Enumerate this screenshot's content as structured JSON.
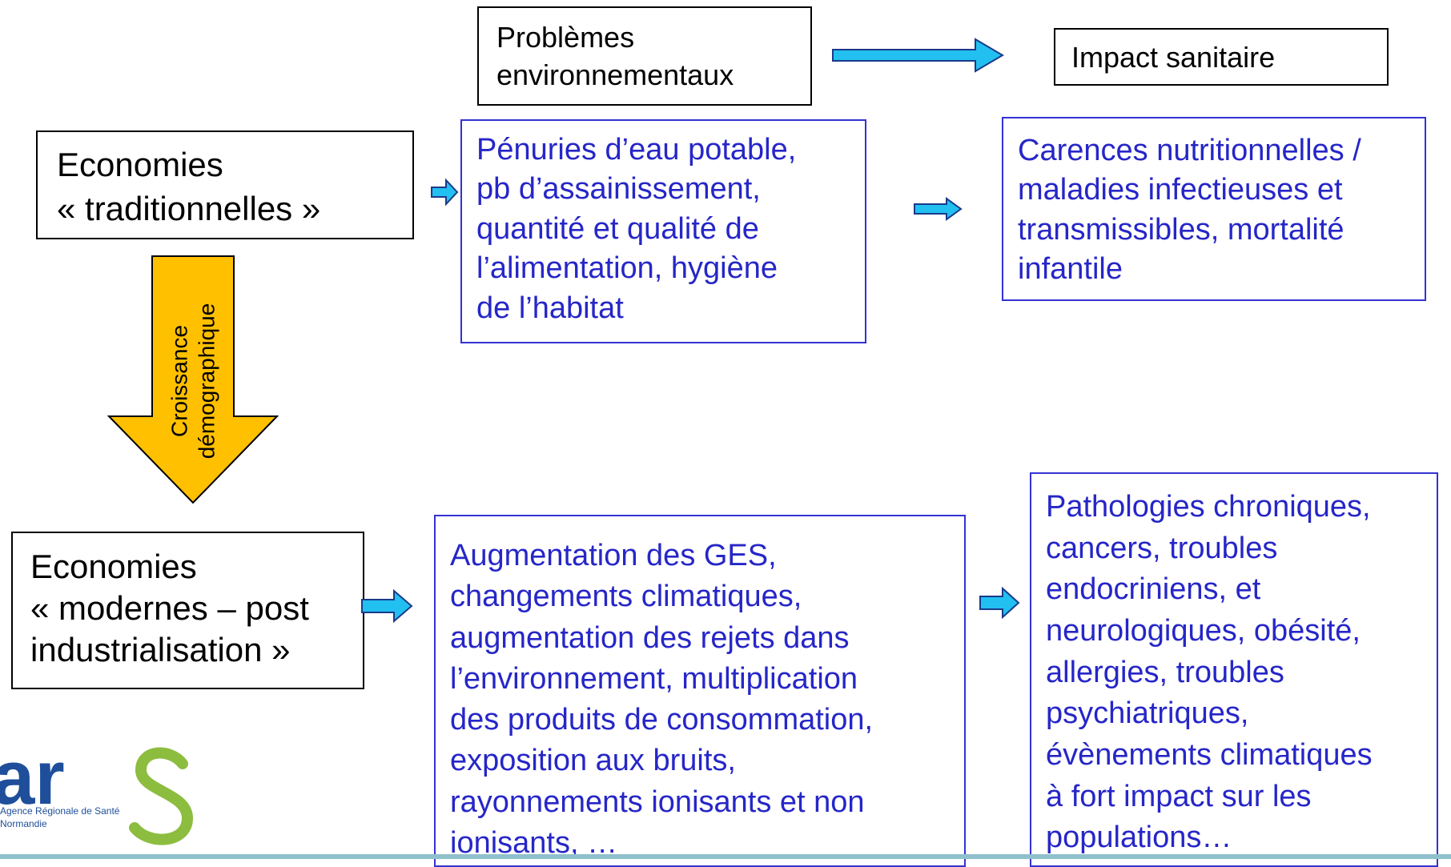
{
  "header": {
    "problems_label": "Problèmes\nenvironnementaux",
    "impact_label": "Impact sanitaire"
  },
  "traditional": {
    "economy_label": "Economies\n« traditionnelles »",
    "problems_text": "Pénuries d’eau potable,\npb d’assainissement,\nquantité et qualité de\nl’alimentation, hygiène\nde l’habitat",
    "impact_text": "Carences nutritionnelles /\nmaladies infectieuses et\ntransmissibles, mortalité\ninfantile"
  },
  "transition": {
    "label": "Croissance\ndémographique",
    "arrow_color": "#FFC000"
  },
  "modern": {
    "economy_label": "Economies\n« modernes – post\nindustrialisation »",
    "problems_text": "Augmentation des GES,\nchangements climatiques,\naugmentation des rejets dans\nl’environnement, multiplication\ndes produits de consommation,\nexposition aux bruits,\nrayonnements ionisants et non\nionisants, …",
    "impact_text": "Pathologies chroniques,\ncancers, troubles\nendocriniens,  et\nneurologiques, obésité,\nallergies, troubles\npsychiatriques,\névènements climatiques\nà fort impact sur les\npopulations…"
  },
  "logo": {
    "letters": "ars",
    "caption": "Agence Régionale de Santé\nNormandie",
    "letters_color": "#1f4e9b",
    "swoosh_color": "#8cbd3f"
  },
  "colors": {
    "flow_arrow": "#22c0f0",
    "blue_text": "#2626c8"
  }
}
